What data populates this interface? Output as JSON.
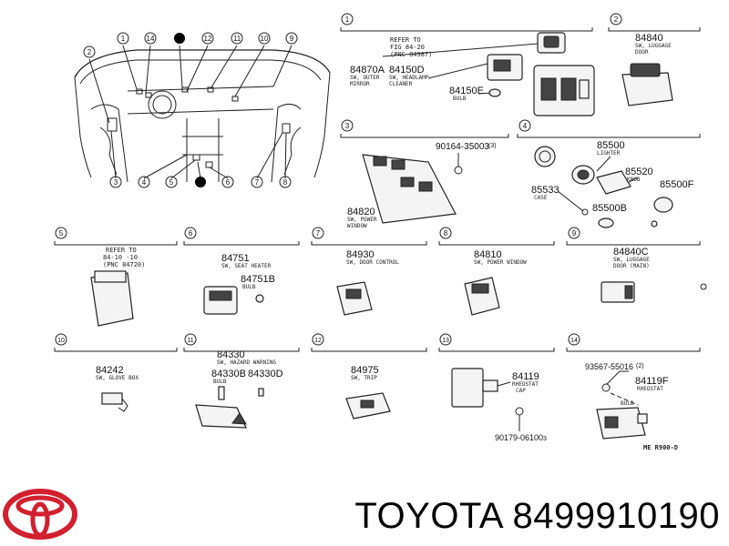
{
  "brand_name": "TOYOTA",
  "part_number": "8499910190",
  "footer_code": "ME R900-D",
  "logo_color": "#d2202e",
  "overview_numbers": [
    "1",
    "14",
    "12",
    "11",
    "10",
    "9",
    "2",
    "3",
    "4",
    "5",
    "6",
    "7",
    "8"
  ],
  "sections": [
    {
      "id": "1",
      "labels": {
        "ref": "REFER TO",
        "fig": "FIG 84-20",
        "pnc": "(PNC 84987)",
        "p1": "84870A",
        "p1d": "SW, OUTER",
        "p1d2": "MIRROR",
        "p2": "84150D",
        "p2d": "SW, HEADLAMP",
        "p2d2": "CLEANER",
        "p3": "84150E",
        "p3d": "BULB"
      }
    },
    {
      "id": "2",
      "labels": {
        "p1": "84840",
        "p1d": "SW, LUGGAGE",
        "p1d2": "DOOR"
      }
    },
    {
      "id": "3",
      "labels": {
        "p1": "90164-35003",
        "p1q": "(3)",
        "p2": "84820",
        "p2d": "SW, POWER",
        "p2d2": "WINDOW"
      }
    },
    {
      "id": "4",
      "labels": {
        "p1": "85500",
        "p1d": "LIGHTER",
        "p2": "85520",
        "p2d": "KNOB",
        "p3": "85533",
        "p3d": "CASE",
        "p4": "85500F",
        "p5": "85500B"
      }
    },
    {
      "id": "5",
      "labels": {
        "ref": "REFER TO",
        "fig": "84-10   -10",
        "pnc": "(PNC 84720)"
      }
    },
    {
      "id": "6",
      "labels": {
        "p1": "84751",
        "p1d": "SW, SEAT HEATER",
        "p2": "84751B",
        "p2d": "BULB"
      }
    },
    {
      "id": "7",
      "labels": {
        "p1": "84930",
        "p1d": "SW, DOOR CONTROL"
      }
    },
    {
      "id": "8",
      "labels": {
        "p1": "84810",
        "p1d": "SW, POWER WINDOW"
      }
    },
    {
      "id": "9",
      "labels": {
        "p1": "84840C",
        "p1d": "SW, LUGGAGE",
        "p1d2": "DOOR (MAIN)"
      }
    },
    {
      "id": "10",
      "labels": {
        "p1": "84242",
        "p1d": "SW, GLOVE BOX"
      }
    },
    {
      "id": "11",
      "labels": {
        "p1": "84330",
        "p1d": "SW, HAZARD WARNING",
        "p2": "84330B",
        "p2d": "BULB",
        "p3": "84330D"
      }
    },
    {
      "id": "12",
      "labels": {
        "p1": "84975",
        "p1d": "SW, TRIP"
      }
    },
    {
      "id": "13",
      "labels": {
        "p1": "84119",
        "p1d": "RHEOSTAT",
        "p1d2": "CAP",
        "p2": "90179-06100",
        "p2q": "3"
      }
    },
    {
      "id": "14",
      "labels": {
        "p1": "93567-55016",
        "p1q": "(2)",
        "p2": "84119F",
        "p2d": "RHEOSTAT",
        "p3": "BULB"
      }
    }
  ]
}
